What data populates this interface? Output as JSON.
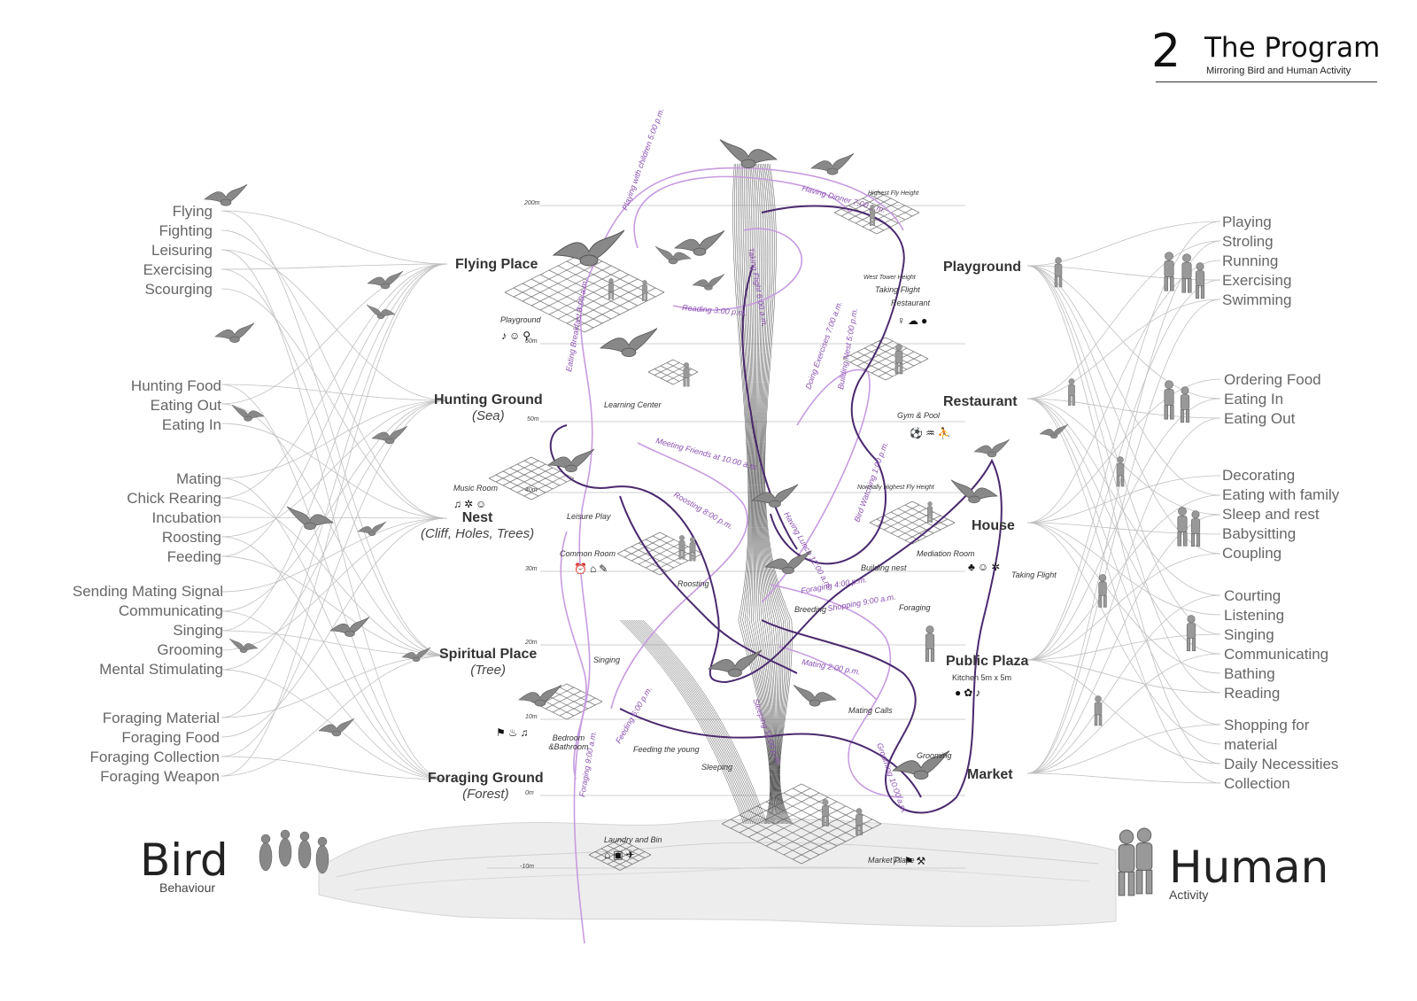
{
  "header": {
    "number": "2",
    "title": "The Program",
    "subtitle": "Mirroring Bird and Human Activity"
  },
  "bird_side": {
    "title": "Bird",
    "subtitle": "Behaviour"
  },
  "human_side": {
    "title": "Human",
    "subtitle": "Activity"
  },
  "bird_behaviours": [
    [
      "Flying",
      "Fighting",
      "Leisuring",
      "Exercising",
      "Scourging"
    ],
    [
      "Hunting Food",
      "Eating Out",
      "Eating In"
    ],
    [
      "Mating",
      "Chick Rearing",
      "Incubation",
      "Roosting",
      "Feeding"
    ],
    [
      "Sending Mating Signal",
      "Communicating",
      "Singing",
      "Grooming",
      "Mental Stimulating"
    ],
    [
      "Foraging Material",
      "Foraging Food",
      "Foraging Collection",
      "Foraging Weapon"
    ]
  ],
  "human_activities": [
    [
      "Playing",
      "Stroling",
      "Running",
      "Exercising",
      "Swimming"
    ],
    [
      "Ordering Food",
      "Eating In",
      "Eating Out"
    ],
    [
      "Decorating",
      "Eating with family",
      "Sleep and rest",
      "Babysitting",
      "Coupling"
    ],
    [
      "Courting",
      "Listening",
      "Singing",
      "Communicating",
      "Bathing",
      "Reading"
    ],
    [
      "Shopping for",
      "material",
      "Daily Necessities",
      "Collection"
    ]
  ],
  "bird_zones": [
    {
      "name": "Flying Place",
      "sub": ""
    },
    {
      "name": "Hunting Ground",
      "sub": "(Sea)"
    },
    {
      "name": "Nest",
      "sub": "(Cliff, Holes, Trees)"
    },
    {
      "name": "Spiritual Place",
      "sub": "(Tree)"
    },
    {
      "name": "Foraging Ground",
      "sub": "(Forest)"
    }
  ],
  "human_zones": [
    "Playground",
    "Restaurant",
    "House",
    "Public Plaza",
    "Market"
  ],
  "levels": [
    "200m",
    "60m",
    "50m",
    "40m",
    "30m",
    "20m",
    "10m",
    "0m",
    "-10m"
  ],
  "height_notes": [
    "Highest Fly Height",
    "West Tower Height",
    "Normally Highest Fly Height"
  ],
  "rooms": [
    "Playground",
    "Learning Center",
    "Music Room",
    "Leisure Play",
    "Common Room",
    "Bedroom &Bathroom",
    "Laundry and Bin",
    "Market Place",
    "Gym & Pool",
    "Restaurant",
    "Mediation Room",
    "Kitchen   5m x 5m"
  ],
  "activities_tags": [
    "Taking Flight",
    "Roosting",
    "Foraging",
    "Breeding",
    "Singing",
    "Mating Calls",
    "Grooming",
    "Feeding the young",
    "Sleeping",
    "Building nest",
    "Taking Flight"
  ],
  "schedule": [
    "Playing with children 5:00 p.m.",
    "Having Dinner 7:00 p.m.",
    "Reading 3:00 p.m.",
    "Taking Flight 6:00 a.m.",
    "Doing Exercises 7:00 a.m.",
    "Building Nest 5:00 p.m.",
    "Eating Breakfast 8:00 a.m.",
    "Meeting Friends at 10:00 a.m.",
    "Roosting 8:00 p.m.",
    "Having Lunch 12:00 a.m.",
    "Bird Watching 1:00 p.m.",
    "Foraging 4:00 p.m.",
    "Shopping 9:00 a.m.",
    "Mating 2:00 p.m.",
    "Sleeping 11:00 p.m.",
    "Grooming 10:00 a.m.",
    "Feeding 6:00 p.m.",
    "Foraging 9:00 a.m."
  ],
  "colors": {
    "purple_dark": "#4a2a6e",
    "purple_light": "#c79be0",
    "line_grey": "#bdbdbd",
    "ink": "#333333"
  },
  "icons": [
    "bird-silhouette-icon",
    "human-figure-icon",
    "room-amenity-icon"
  ]
}
